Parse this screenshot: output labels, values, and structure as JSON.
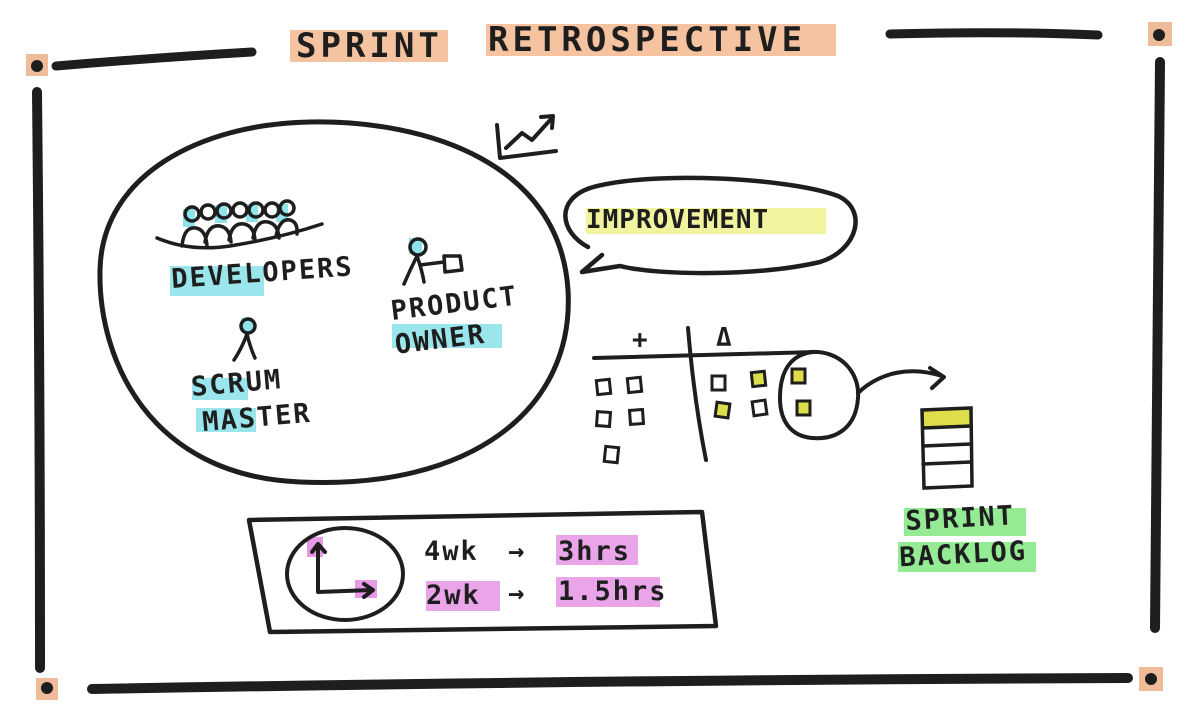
{
  "title": {
    "word1": "SPRINT",
    "word2": "RETROSPECTIVE"
  },
  "roles": {
    "developers": "DEVELOPERS",
    "product_owner": [
      "PRODUCT",
      "OWNER"
    ],
    "scrum_master": [
      "SCRUM",
      "MASTER"
    ]
  },
  "speech_bubble": {
    "text": "IMPROVEMENT"
  },
  "board": {
    "plus_header": "+",
    "delta_header": "Δ"
  },
  "backlog": {
    "label": [
      "SPRINT",
      "BACKLOG"
    ]
  },
  "timebox": {
    "row1": {
      "from": "4wk",
      "arrow": "→",
      "to": "3hrs"
    },
    "row2": {
      "from": "2wk",
      "arrow": "→",
      "to": "1.5hrs"
    }
  },
  "colors": {
    "ink": "#1e1e1e",
    "title_highlight": "#f4b98f",
    "corner_dot": "#e8a06e",
    "role_highlight": "#8fe3ea",
    "improvement_highlight": "#f0f29a",
    "sticky_yellow": "#dede4a",
    "backlog_highlight": "#8eea8e",
    "time_highlight": "#e89ae8"
  }
}
